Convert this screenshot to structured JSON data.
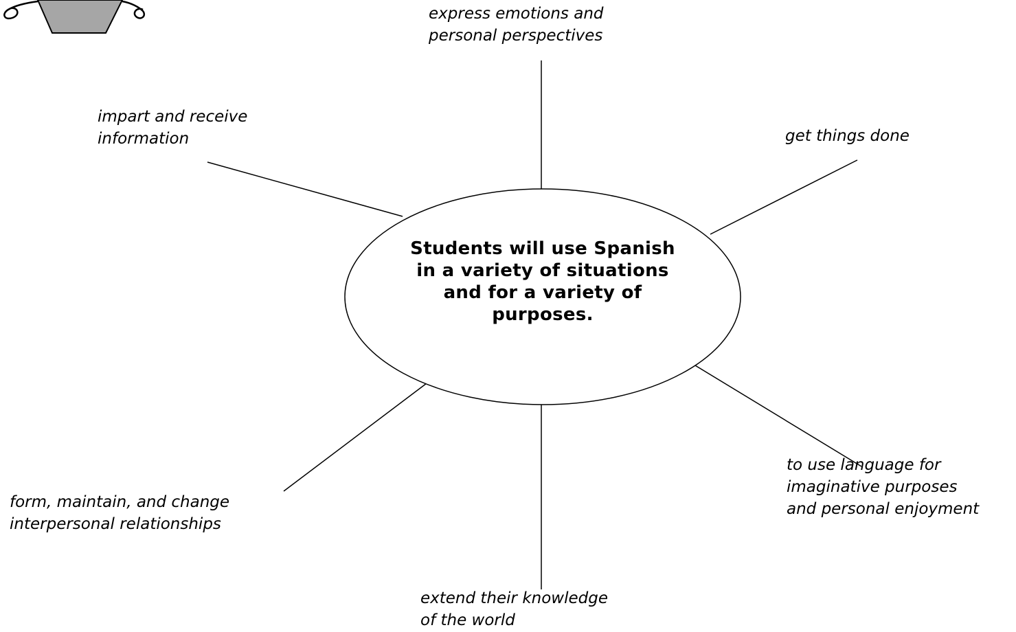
{
  "center": {
    "lines": [
      "Students will use Spanish",
      "in a variety of situations",
      "and for a variety of",
      "purposes."
    ]
  },
  "purposes": {
    "express": [
      "express emotions and",
      "personal perspectives"
    ],
    "impart": [
      "impart and receive",
      "information"
    ],
    "get_things_done": [
      "get things done"
    ],
    "imaginative": [
      "to use language for",
      "imaginative purposes",
      "and personal enjoyment"
    ],
    "relationships": [
      "form, maintain, and change",
      "interpersonal relationships"
    ],
    "knowledge": [
      "extend their knowledge",
      "of the world"
    ]
  },
  "colors": {
    "line": "#000000",
    "icon_fill": "#a6a6a6"
  },
  "icon": "gray-trapezoid-clipart-icon"
}
